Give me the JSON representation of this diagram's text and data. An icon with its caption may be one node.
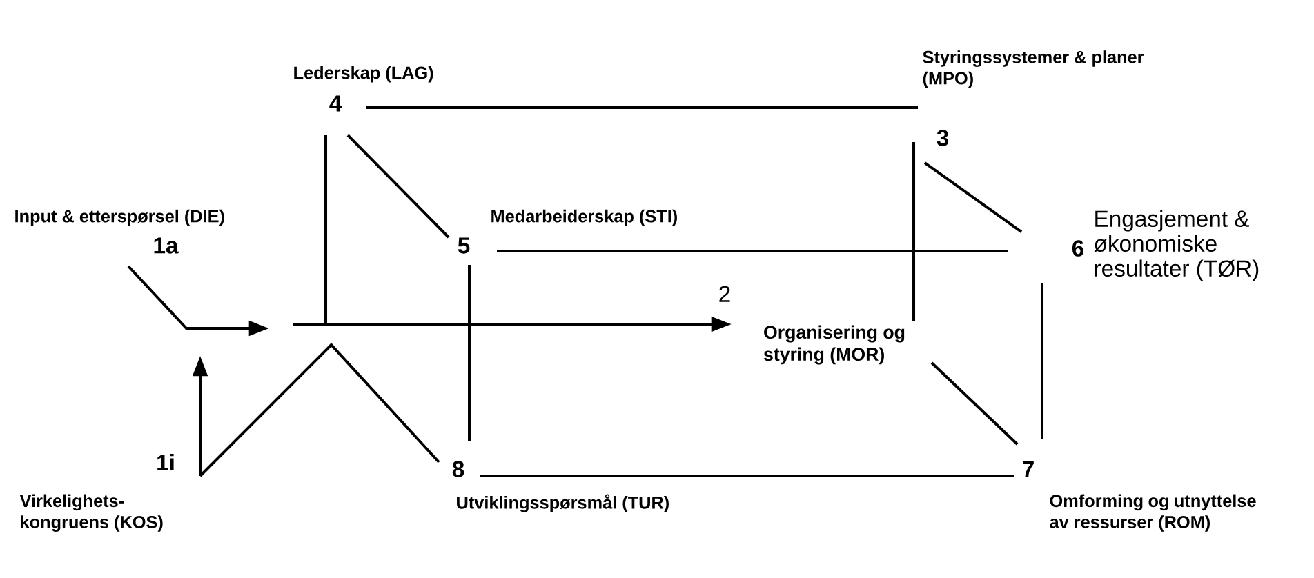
{
  "diagram": {
    "nodes": [
      {
        "text": [
          "4"
        ],
        "beside": [
          "Lederskap (LAG)"
        ]
      },
      {
        "text": [
          "3"
        ],
        "beside": [
          "Styringssystemer & planer (MPO)"
        ]
      },
      {
        "text": [
          "1a"
        ],
        "beside": [
          "Input & etterspørsel (DIE)"
        ]
      },
      {
        "text": [
          "5"
        ],
        "beside": [
          "Medarbeiderskap (STI)"
        ]
      },
      {
        "text": [
          "6"
        ],
        "beside": [
          "Engasjement & økonomiske resultater (TØR)"
        ]
      },
      {
        "text": [
          "Organisering og styring (MOR)"
        ]
      },
      {
        "text": [
          "1i"
        ],
        "beside": [
          "Virkelighets-kongruens (KOS)"
        ]
      },
      {
        "text": [
          "8"
        ],
        "beside": [
          "Utviklingsspørsmål (TUR)"
        ]
      },
      {
        "text": [
          "7"
        ],
        "beside": [
          "Omforming og utnyttelse av ressurser (ROM)"
        ]
      }
    ],
    "edges": [
      {
        "from": 0,
        "to": 1,
        "arrow": "none"
      },
      {
        "from": 0,
        "to": 3,
        "arrow": "none"
      },
      {
        "from": 0,
        "to": null,
        "arrow": "none"
      },
      {
        "from": 1,
        "to": 4,
        "arrow": "none"
      },
      {
        "from": 1,
        "to": 5,
        "arrow": "none"
      },
      {
        "from": 2,
        "to": null,
        "arrow": "to"
      },
      {
        "from": null,
        "to": 5,
        "arrow": "to",
        "label": "2"
      },
      {
        "from": 3,
        "to": 4,
        "arrow": "none"
      },
      {
        "from": 3,
        "to": 7,
        "arrow": "none"
      },
      {
        "from": 4,
        "to": 8,
        "arrow": "none"
      },
      {
        "from": 5,
        "to": 8,
        "arrow": "none"
      },
      {
        "from": 6,
        "to": null,
        "arrow": "to"
      },
      {
        "from": 6,
        "to": 7,
        "arrow": "none"
      },
      {
        "from": 7,
        "to": 8,
        "arrow": "none"
      }
    ]
  }
}
